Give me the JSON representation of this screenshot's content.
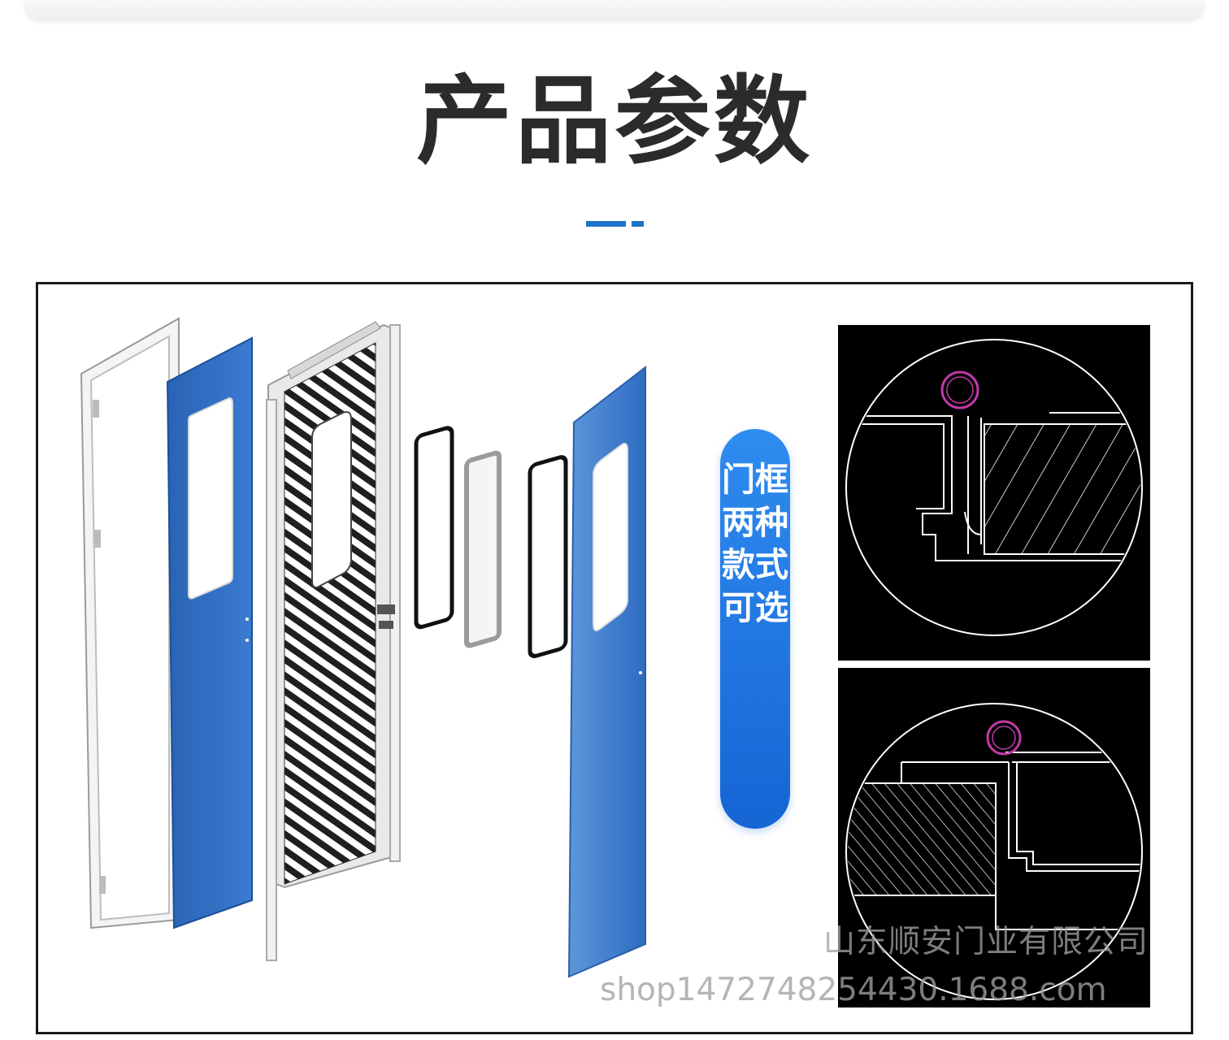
{
  "header": {
    "title": "产品参数"
  },
  "badge": {
    "text": "门框两种款式可选"
  },
  "watermark": {
    "company": "山东顺安门业有限公司",
    "url": "shop1472748254430.1688.com"
  },
  "icons": {
    "exploded_view": "door-exploded-illustration",
    "detail_top": "frame-section-detail-icon",
    "detail_bottom": "frame-section-detail-icon"
  },
  "colors": {
    "accent": "#1e73c8",
    "door_panel": "#2e6fc0",
    "pill": "#1a73e0",
    "hinge": "#c23aa9"
  }
}
